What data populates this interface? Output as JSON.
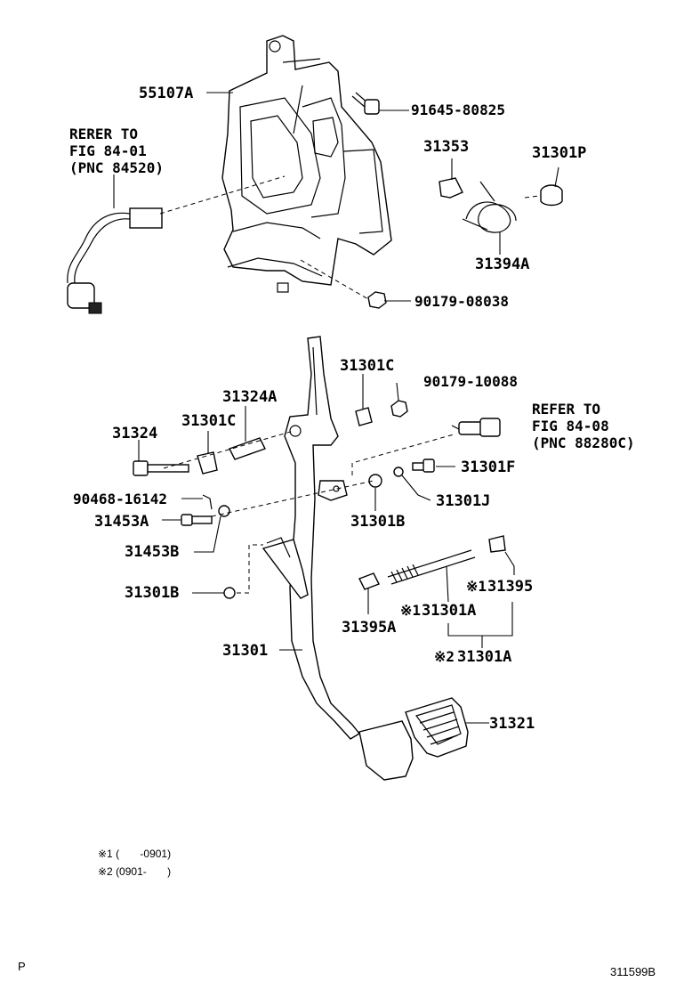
{
  "labels": {
    "p55107A": "55107A",
    "p91645": "91645-80825",
    "p31353": "31353",
    "p31301P": "31301P",
    "p31394A": "31394A",
    "p90179_08038": "90179-08038",
    "p31301C_top": "31301C",
    "p90179_10088": "90179-10088",
    "p31324A": "31324A",
    "p31301C_mid": "31301C",
    "p31324": "31324",
    "p31301F": "31301F",
    "p90468": "90468-16142",
    "p31301J": "31301J",
    "p31453A": "31453A",
    "p31301B_mid": "31301B",
    "p31453B": "31453B",
    "p31395": "31395",
    "p31301B_low": "31301B",
    "p31301A_1": "31301A",
    "p31395A": "31395A",
    "p31301A_2": "31301A",
    "p31301": "31301",
    "p31321": "31321"
  },
  "marks": {
    "m1_31395": "※1",
    "m1_31301A": "※1",
    "m2_31301A": "※2"
  },
  "refs": {
    "ref_left": "RERER TO\nFIG 84-01\n(PNC 84520)",
    "ref_right": "REFER TO\nFIG 84-08\n(PNC 88280C)"
  },
  "footnotes": {
    "note1": "※1 (       -0901)",
    "note2": "※2 (0901-       )"
  },
  "corner": {
    "left": "P",
    "right": "311599B"
  }
}
